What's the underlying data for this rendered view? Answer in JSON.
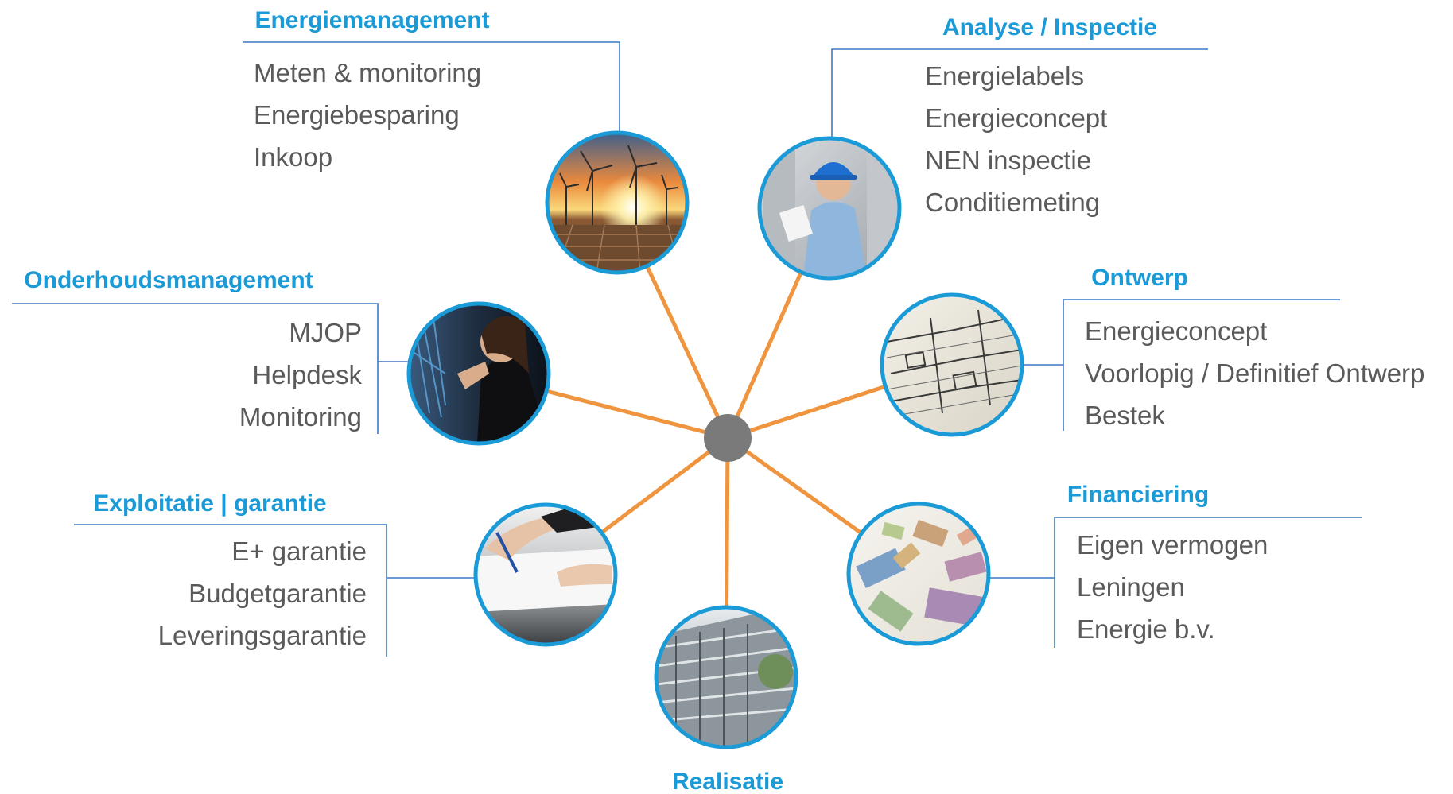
{
  "colors": {
    "accent_blue": "#1a9ad6",
    "spoke_orange": "#f0953f",
    "hub_gray": "#7a7a7a",
    "rule_blue": "#3c78c8",
    "text_gray": "#5a5a5a"
  },
  "hub": {
    "name": "center-hub"
  },
  "nodes": [
    {
      "id": "energiemanagement",
      "title": "Energiemanagement",
      "items": [
        "Meten & monitoring",
        "Energiebesparing",
        "Inkoop"
      ],
      "image": "wind-turbines-sunset-image"
    },
    {
      "id": "analyse-inspectie",
      "title": "Analyse / Inspectie",
      "items": [
        "Energielabels",
        "Energieconcept",
        "NEN inspectie",
        "Conditiemeting"
      ],
      "image": "inspector-hardhat-image"
    },
    {
      "id": "ontwerp",
      "title": "Ontwerp",
      "items": [
        "Energieconcept",
        "Voorlopig / Definitief Ontwerp",
        "Bestek"
      ],
      "image": "blueprint-image"
    },
    {
      "id": "financiering",
      "title": "Financiering",
      "items": [
        "Eigen vermogen",
        "Leningen",
        "Energie b.v."
      ],
      "image": "euro-banknotes-image"
    },
    {
      "id": "realisatie",
      "title": "Realisatie",
      "items": [],
      "image": "office-building-image"
    },
    {
      "id": "exploitatie-garantie",
      "title": "Exploitatie |  garantie",
      "items": [
        "E+ garantie",
        "Budgetgarantie",
        "Leveringsgarantie"
      ],
      "image": "signing-contract-image"
    },
    {
      "id": "onderhoudsmanagement",
      "title": "Onderhoudsmanagement",
      "items": [
        "MJOP",
        "Helpdesk",
        "Monitoring"
      ],
      "image": "technician-cabling-image"
    }
  ]
}
